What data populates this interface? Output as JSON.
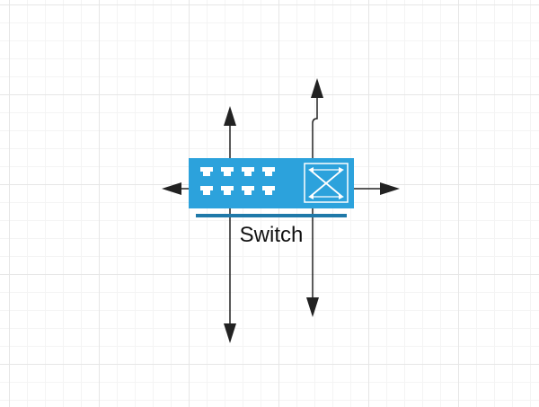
{
  "canvas": {
    "background": "#ffffff",
    "grid_color": "#e6e6e6"
  },
  "shape": {
    "label": "Switch",
    "type": "network-switch",
    "fill_color": "#2ca2dc",
    "underline_color": "#1f79a9",
    "icon_color": "#ffffff"
  },
  "connectors": {
    "stroke_color": "#222222",
    "arrows": [
      "arrow-up-left",
      "arrow-up-right",
      "arrow-left",
      "arrow-right",
      "arrow-down-left",
      "arrow-down-right"
    ]
  }
}
